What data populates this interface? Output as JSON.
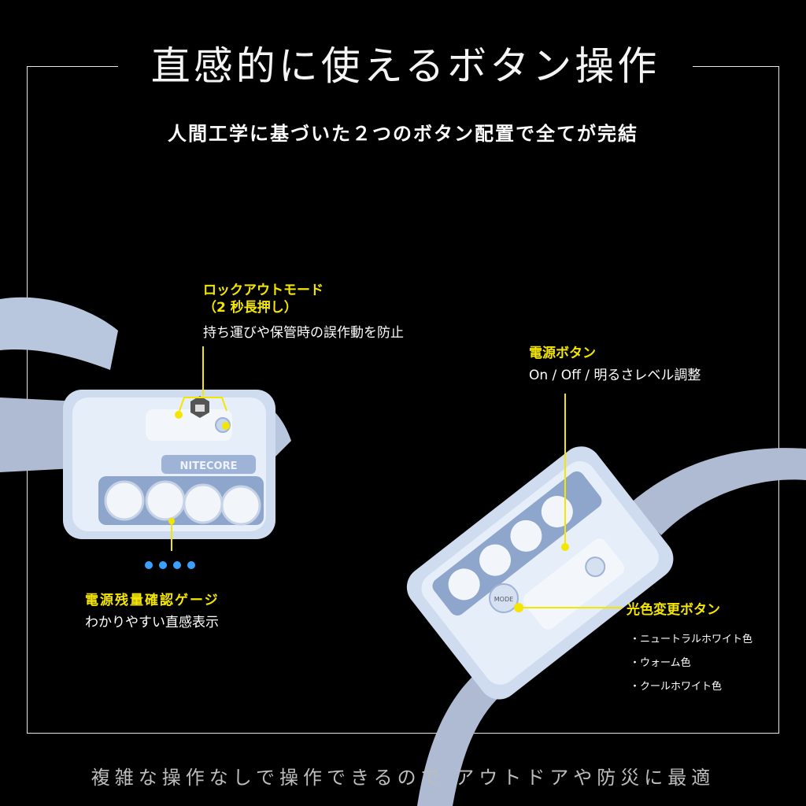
{
  "title": "直感的に使えるボタン操作",
  "subtitle": "人間工学に基づいた２つのボタン配置で全てが完結",
  "lockout": {
    "title_line1": "ロックアウトモード",
    "title_line2": "（2 秒長押し）",
    "description": "持ち運びや保管時の誤作動を防止"
  },
  "power_button": {
    "title": "電源ボタン",
    "description": "On / Off / 明るさレベル調整"
  },
  "battery_gauge": {
    "title": "電源残量確認ゲージ",
    "description": "わかりやすい直感表示"
  },
  "color_button": {
    "title": "光色変更ボタン",
    "options": [
      "・ニュートラルホワイト色",
      "・ウォーム色",
      "・クールホワイト色"
    ]
  },
  "product": {
    "brand": "NITECORE",
    "mode_label": "MODE"
  },
  "footer": "複雑な操作なしで操作できるので アウトドアや防災に最適",
  "colors": {
    "accent": "#f5e600",
    "housing": "#dfe8f5",
    "housing_shadow": "#9fb3d6",
    "gauge_led": "#3aa0ff",
    "background": "#000000"
  }
}
